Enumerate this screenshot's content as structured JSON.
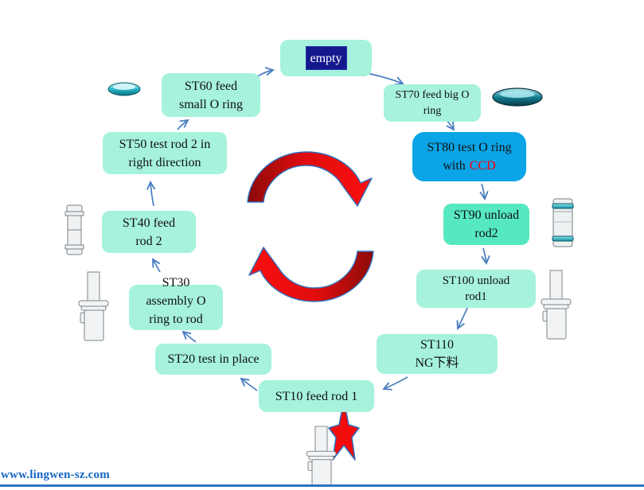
{
  "diagram": {
    "stations": {
      "empty": {
        "label": "empty"
      },
      "st70": {
        "line1": "ST70 feed big O",
        "line2": "ring"
      },
      "st80": {
        "line1": "ST80 test O ring",
        "line2_prefix": "with",
        "highlight": "CCD"
      },
      "st90": {
        "line1": "ST90 unload",
        "line2": "rod2"
      },
      "st100": {
        "line1": "ST100 unload",
        "line2": "rod1"
      },
      "st110": {
        "line1": "ST110",
        "line2": "NG下料"
      },
      "st10": {
        "label": "ST10 feed rod 1"
      },
      "st20": {
        "label": "ST20 test in place"
      },
      "st30": {
        "line1": "ST30",
        "line2": "assembly O",
        "line3": "ring to rod"
      },
      "st40": {
        "line1": "ST40 feed",
        "line2": "rod 2"
      },
      "st50": {
        "line1": "ST50 test rod 2 in",
        "line2": "right direction"
      },
      "st60": {
        "line1": "ST60 feed",
        "line2": "small O ring"
      }
    },
    "icons": {
      "cycle_arrows": "red-cycle-arrows",
      "ng_star": "red-star-marker",
      "small_o_ring": "small-o-ring",
      "big_o_ring": "big-o-ring",
      "rod2_with_orings": "rod2-with-o-rings",
      "rod2_blank": "rod2-blank",
      "rod1_left": "rod1-with-collar",
      "rod1_right": "rod1-with-collar",
      "rod1_bottom": "rod1-with-collar"
    },
    "colors": {
      "box_light": "#a6f2dd",
      "box_medium": "#56e9c1",
      "box_blue": "#0ba4e6",
      "empty_label_bg": "#13198c",
      "highlight_red": "#ff0000",
      "connector_blue": "#4a7ec0",
      "cycle_red": "#f20d0d",
      "watermark_blue": "#1566c4"
    }
  },
  "footer": {
    "watermark": "www.lingwen-sz.com"
  }
}
